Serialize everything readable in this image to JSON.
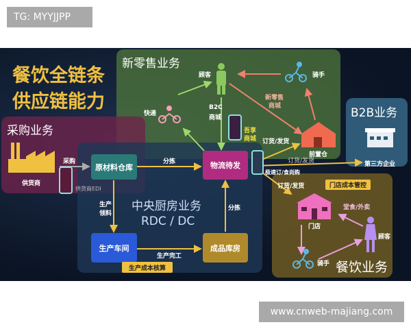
{
  "watermark_top": "TG: MYYJJPP",
  "watermark_bottom": "www.cnweb-majiang.com",
  "title": {
    "line1": "餐饮全链条",
    "line2": "供应链能力"
  },
  "zones": {
    "new_retail": "新零售业务",
    "purchase": "采购业务",
    "central_kitchen": "中央厨房业务",
    "central_kitchen_sub": "RDC / DC",
    "b2b": "B2B业务",
    "catering": "餐饮业务"
  },
  "nodes": {
    "raw_warehouse": "原材料仓库",
    "logistics": "物流待发",
    "workshop": "生产车间",
    "finished_warehouse": "成品库房",
    "production_cost": "生产成本核算",
    "store_cost": "门店成本管控"
  },
  "labels": {
    "customer_top": "顾客",
    "rider_top": "骑手",
    "express": "快递",
    "b2c_1": "B2C",
    "b2c_2": "商城",
    "new_retail_mall_1": "新零售",
    "new_retail_mall_2": "商城",
    "wuxiang_1": "吾享",
    "wuxiang_2": "商城",
    "order_ship_1": "订货/发货",
    "order_ship_2": "订货/发货",
    "order_ship_3": "订货/发货",
    "front_warehouse": "前置仓",
    "third_party": "第三方企业",
    "purchase": "采购",
    "supplier": "供货商",
    "supplier_edi": "供货商EDI",
    "sorting_1": "分拣",
    "sorting_2": "分拣",
    "prod_pick_1": "生产",
    "prod_pick_2": "领料",
    "prod_done": "生产完工",
    "quick_order": "极速订/食尚购",
    "store": "门店",
    "dine": "堂食/外卖",
    "customer_bottom": "顾客",
    "rider_bottom": "骑手"
  },
  "colors": {
    "green_zone": "#3d5a2c",
    "purple_zone": "#5a2340",
    "blue_zone": "#1f3550",
    "b2b_zone": "#2f5a78",
    "catering_zone": "#5a4a20",
    "yellow": "#f0c040"
  }
}
